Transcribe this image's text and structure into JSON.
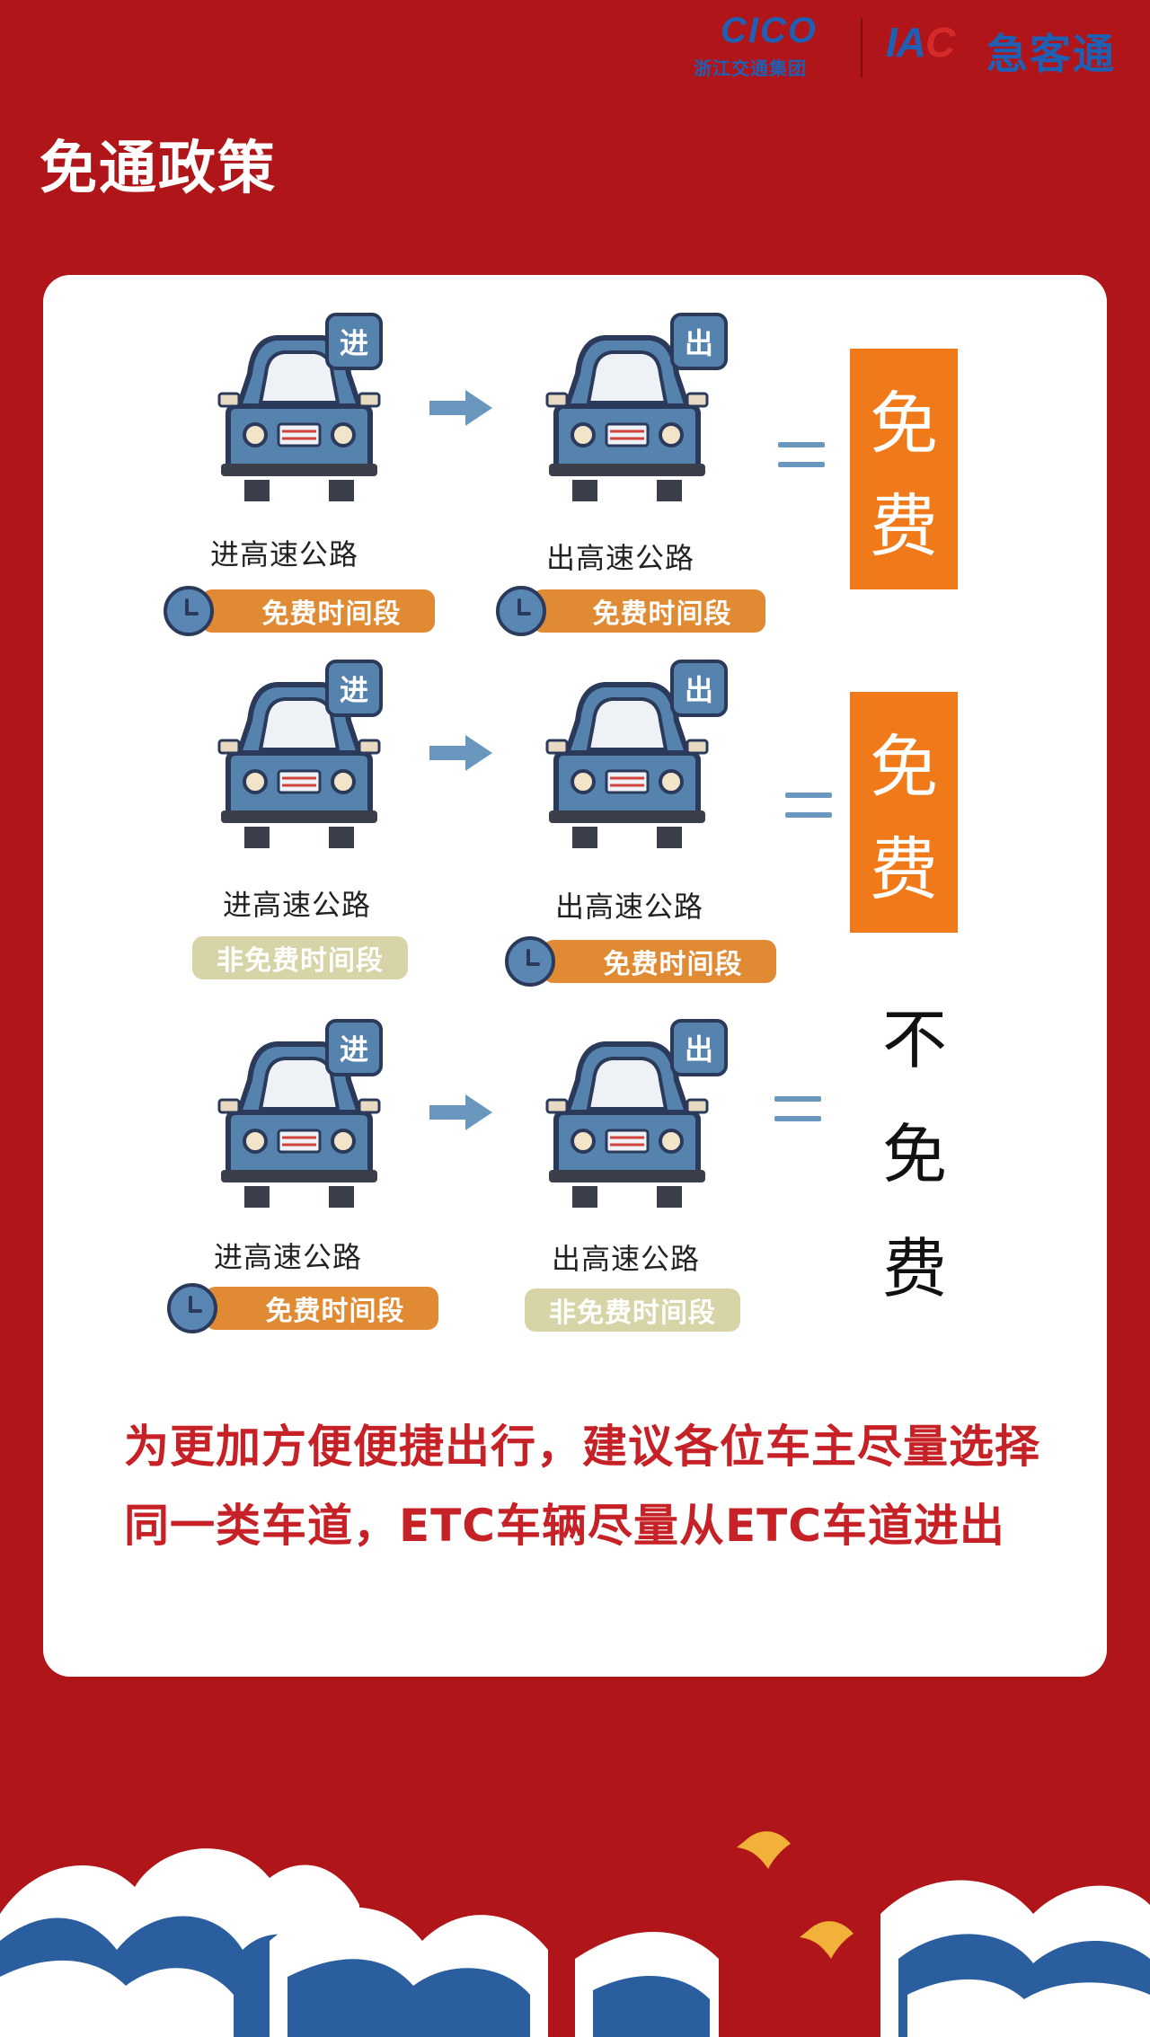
{
  "header": {
    "cico_mark": "CICO",
    "cico_name": "浙江交通集团",
    "iac_mark_main": "IA",
    "iac_mark_c": "C",
    "iac_name": "急客通"
  },
  "page_title": "免通政策",
  "rows": [
    {
      "entry_badge": "进",
      "entry_label": "进高速公路",
      "entry_period": "免费时间段",
      "exit_badge": "出",
      "exit_label": "出高速公路",
      "exit_period": "免费时间段",
      "result": [
        "免",
        "费"
      ]
    },
    {
      "entry_badge": "进",
      "entry_label": "进高速公路",
      "entry_period": "非免费时间段",
      "exit_badge": "出",
      "exit_label": "出高速公路",
      "exit_period": "免费时间段",
      "result": [
        "免",
        "费"
      ]
    },
    {
      "entry_badge": "进",
      "entry_label": "进高速公路",
      "entry_period": "免费时间段",
      "exit_badge": "出",
      "exit_label": "出高速公路",
      "exit_period": "非免费时间段",
      "result": [
        "不",
        "免",
        "费"
      ]
    }
  ],
  "advice": "为更加方便便捷出行，建议各位车主尽量选择同一类车道，ETC车辆尽量从ETC车道进出",
  "colors": {
    "background": "#b01519",
    "card": "#ffffff",
    "result_box": "#f07a1a",
    "free_pill": "#e08a33",
    "nonfree_pill": "#d7d4a7",
    "advice_text": "#c62126",
    "car_body": "#5683ad"
  }
}
